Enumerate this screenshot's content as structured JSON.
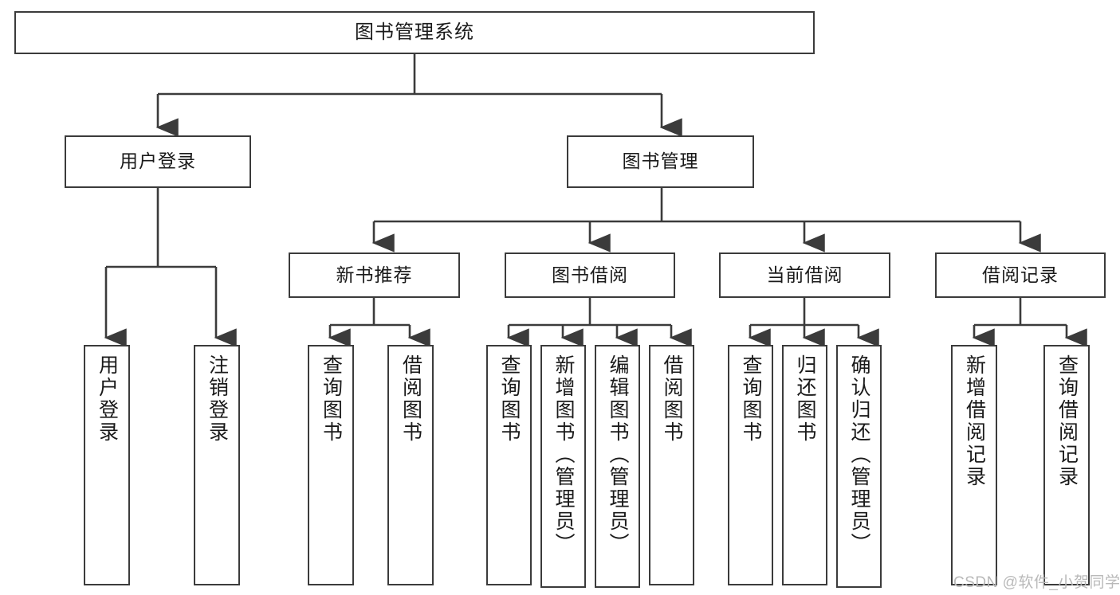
{
  "diagram": {
    "title": "图书管理系统",
    "type": "hierarchy-tree",
    "root": {
      "label": "图书管理系统"
    },
    "level2": [
      {
        "label": "用户登录"
      },
      {
        "label": "图书管理"
      }
    ],
    "level3": [
      {
        "label": "新书推荐"
      },
      {
        "label": "图书借阅"
      },
      {
        "label": "当前借阅"
      },
      {
        "label": "借阅记录"
      }
    ],
    "leaves": {
      "user_login": [
        "用户登录",
        "注销登录"
      ],
      "new_book_recommend": [
        "查询图书",
        "借阅图书"
      ],
      "book_borrow": [
        "查询图书",
        "新增图书（管理员）",
        "编辑图书（管理员）",
        "借阅图书"
      ],
      "current_borrow": [
        "查询图书",
        "归还图书",
        "确认归还（管理员）"
      ],
      "borrow_record": [
        "新增借阅记录",
        "查询借阅记录"
      ]
    }
  },
  "watermark": {
    "text": "CSDN @软件_小贺同学"
  },
  "colors": {
    "stroke": "#3b3b3b",
    "fill": "#ffffff",
    "text": "#1a1a1a",
    "watermark": "#b9b9b9"
  }
}
